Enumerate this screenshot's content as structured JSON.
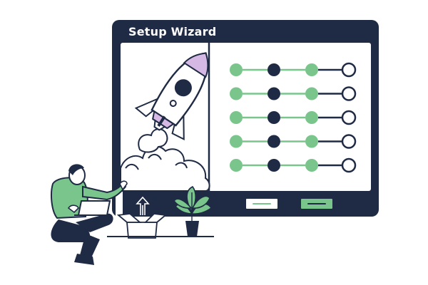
{
  "wizard": {
    "title": "Setup Wizard",
    "steps_rows": 5,
    "step_states": [
      "complete",
      "current",
      "complete",
      "pending"
    ]
  },
  "buttons": {
    "back": {
      "icon": "placeholder-line"
    },
    "next": {
      "icon": "placeholder-line"
    }
  },
  "colors": {
    "navy": "#1f2a44",
    "green": "#79c58b",
    "lavender": "#d5b8e4",
    "white": "#ffffff"
  },
  "illustration": {
    "rocket": "rocket-icon",
    "person": "person-with-laptop",
    "plant": "potted-plant-icon",
    "box": "open-box-icon"
  }
}
